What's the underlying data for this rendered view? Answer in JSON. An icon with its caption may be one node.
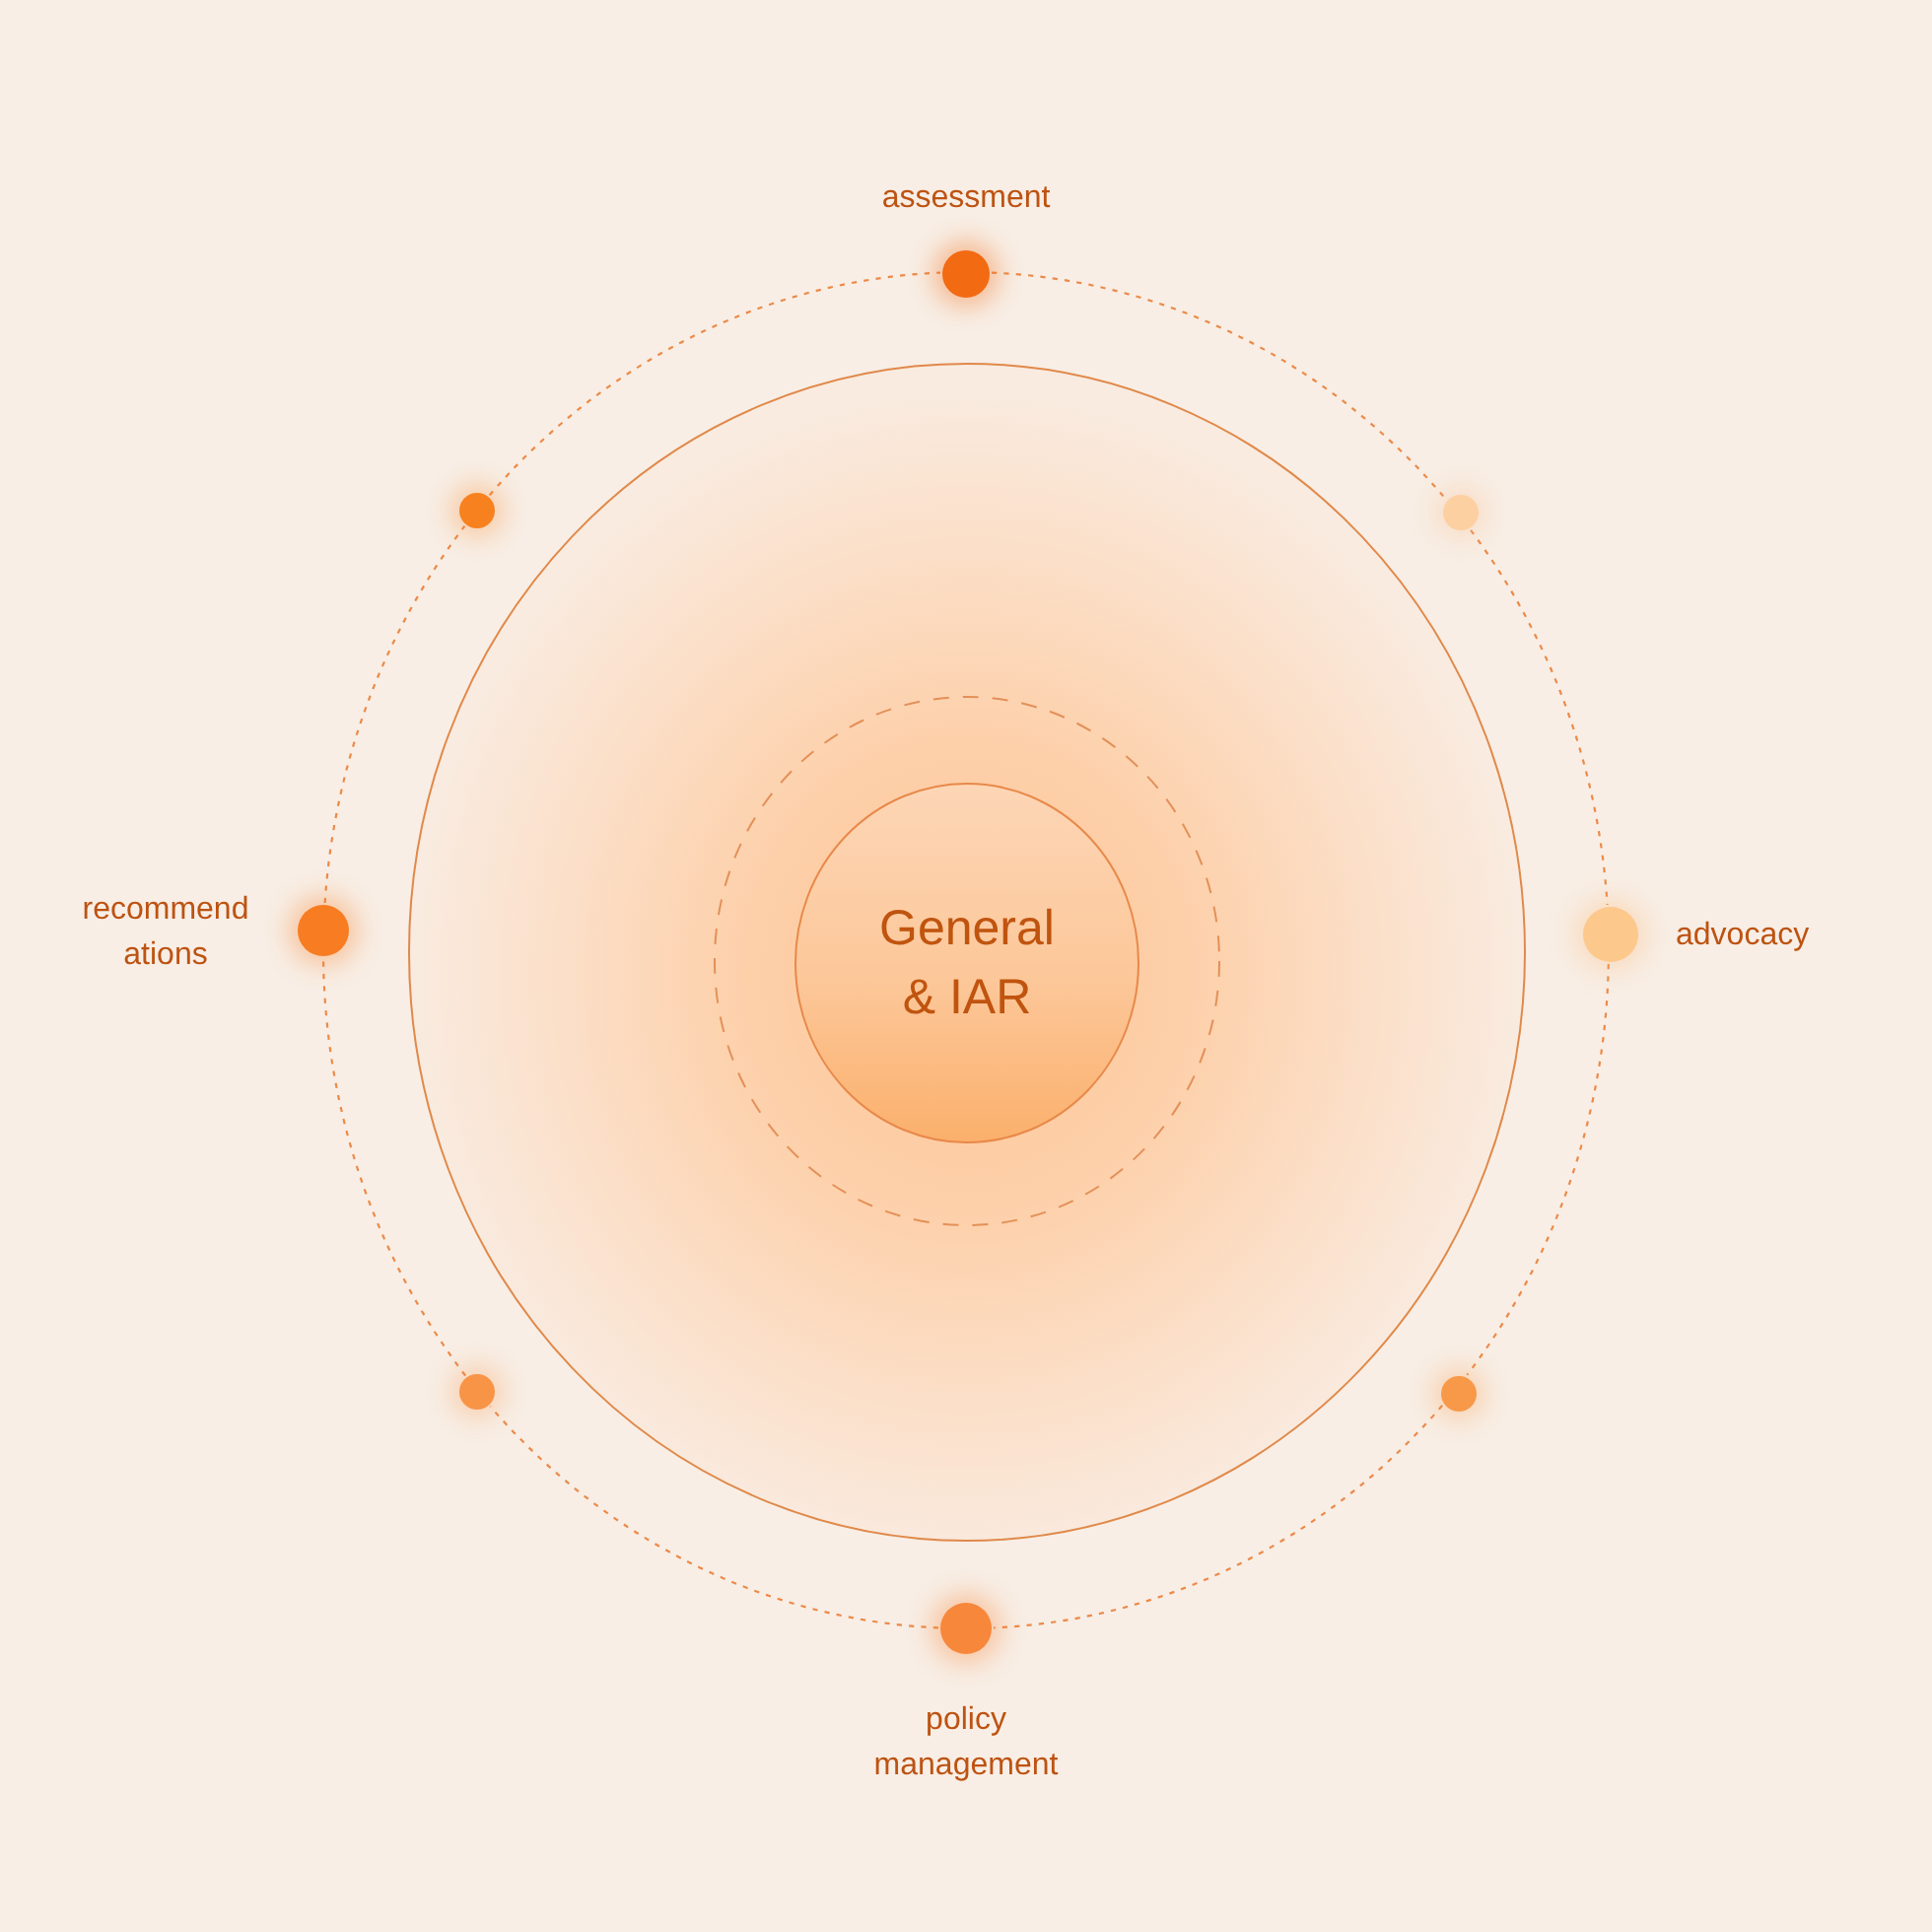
{
  "diagram": {
    "nodes": [
      {
        "text": [],
        "shape": "circle",
        "beside": [
          "assessment"
        ]
      },
      {
        "text": [],
        "shape": "circle"
      },
      {
        "text": [],
        "shape": "circle"
      },
      {
        "text": [],
        "shape": "circle"
      },
      {
        "text": [],
        "shape": "circle",
        "in": 3
      },
      {
        "text": [
          "General & IAR"
        ],
        "in": 4
      },
      {
        "text": [],
        "shape": "circle",
        "beside": [
          "recommend ations"
        ]
      },
      {
        "text": [],
        "shape": "circle",
        "beside": [
          "advocacy"
        ]
      },
      {
        "text": [],
        "shape": "circle"
      },
      {
        "text": [],
        "shape": "circle"
      },
      {
        "text": [],
        "shape": "circle",
        "beside": [
          "policy management"
        ]
      }
    ],
    "edges": [
      {
        "from": 0,
        "to": 2,
        "arrow": "none",
        "style": "dashed"
      },
      {
        "from": 2,
        "to": 7,
        "arrow": "none",
        "style": "dashed"
      },
      {
        "from": 7,
        "to": 9,
        "arrow": "none",
        "style": "dashed"
      },
      {
        "from": 9,
        "to": 10,
        "arrow": "none",
        "style": "dashed"
      },
      {
        "from": 10,
        "to": 8,
        "arrow": "none",
        "style": "dashed"
      },
      {
        "from": 8,
        "to": 6,
        "arrow": "none",
        "style": "dashed"
      },
      {
        "from": 6,
        "to": 1,
        "arrow": "none",
        "style": "dashed"
      },
      {
        "from": 1,
        "to": 0,
        "arrow": "none",
        "style": "dashed"
      }
    ]
  }
}
